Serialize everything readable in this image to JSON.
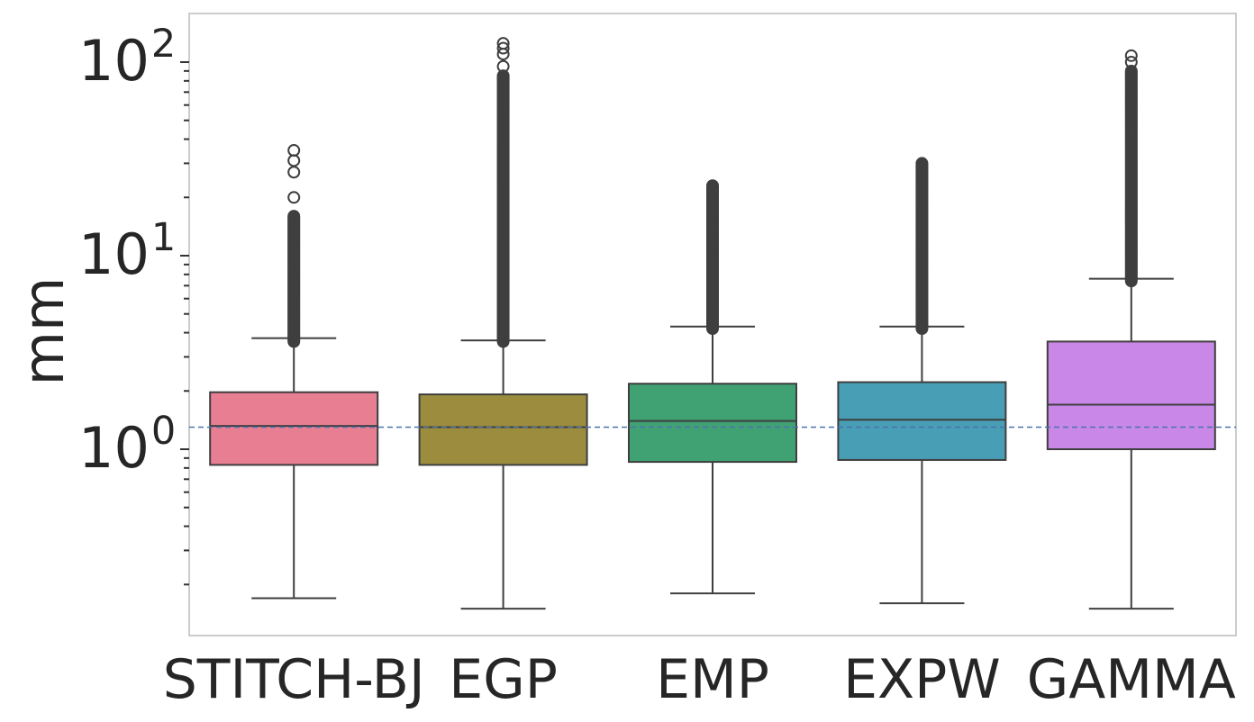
{
  "chart_data": {
    "type": "box",
    "title": "",
    "xlabel": "",
    "ylabel": "mm",
    "yscale": "log",
    "ylim": [
      0.13,
      180
    ],
    "y_ticks": [
      {
        "base": "10",
        "exp": "0",
        "value": 1
      },
      {
        "base": "10",
        "exp": "1",
        "value": 10
      },
      {
        "base": "10",
        "exp": "2",
        "value": 100
      }
    ],
    "reference_line": {
      "value": 1.3,
      "style": "dashed",
      "color": "#4c72b0"
    },
    "grid": false,
    "categories": [
      "STITCH-BJ",
      "EGP",
      "EMP",
      "EXPW",
      "GAMMA"
    ],
    "boxes": [
      {
        "name": "STITCH-BJ",
        "color": "#e87e92",
        "whisker_low": 0.17,
        "q1": 0.83,
        "median": 1.32,
        "q3": 1.97,
        "whisker_high": 3.75,
        "outlier_min": 3.6,
        "outlier_max": 16,
        "extreme_outliers": [
          20,
          27,
          31,
          35
        ]
      },
      {
        "name": "EGP",
        "color": "#9b8d3d",
        "whisker_low": 0.15,
        "q1": 0.83,
        "median": 1.3,
        "q3": 1.92,
        "whisker_high": 3.65,
        "outlier_min": 3.6,
        "outlier_max": 85,
        "extreme_outliers": [
          95,
          110,
          118,
          125
        ]
      },
      {
        "name": "EMP",
        "color": "#40a172",
        "whisker_low": 0.18,
        "q1": 0.86,
        "median": 1.4,
        "q3": 2.18,
        "whisker_high": 4.3,
        "outlier_min": 4.2,
        "outlier_max": 23,
        "extreme_outliers": []
      },
      {
        "name": "EXPW",
        "color": "#489eb4",
        "whisker_low": 0.16,
        "q1": 0.88,
        "median": 1.42,
        "q3": 2.22,
        "whisker_high": 4.3,
        "outlier_min": 4.2,
        "outlier_max": 30,
        "extreme_outliers": []
      },
      {
        "name": "GAMMA",
        "color": "#c988e7",
        "whisker_low": 0.15,
        "q1": 1.0,
        "median": 1.7,
        "q3": 3.6,
        "whisker_high": 7.6,
        "outlier_min": 7.4,
        "outlier_max": 90,
        "extreme_outliers": [
          100,
          108
        ]
      }
    ]
  }
}
